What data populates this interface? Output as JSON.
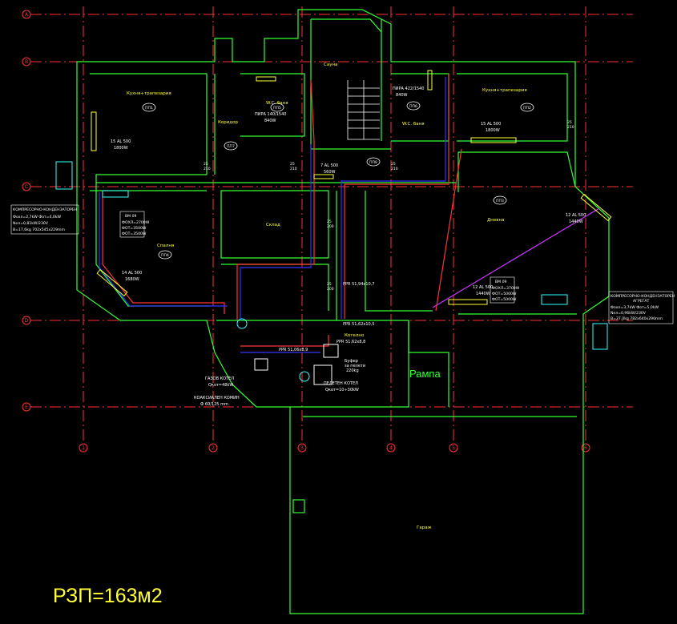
{
  "grid": {
    "row_labels": [
      "A",
      "B",
      "C",
      "D",
      "E"
    ],
    "col_labels": [
      "1",
      "2",
      "3",
      "4",
      "5",
      "6"
    ]
  },
  "rooms": {
    "kitchen_left": "Кухня+трапезария",
    "corridor": "Коридор",
    "wc_bath_left": "W.C. баня",
    "sauna": "Сауна",
    "wc_bath_right": "W.C. баня",
    "kitchen_right": "Кухня+трапезария",
    "storage": "Склад",
    "bedroom": "Спалня",
    "living": "Дневна",
    "boiler_room": "Котелно",
    "garage": "Гараж"
  },
  "room_codes": {
    "kitchen_left": "ПП1",
    "wc_left": "ПП5",
    "bedroom": "ПП4",
    "living": "ПП3",
    "kitchen_right": "ПП2",
    "wc_right": "ПП6",
    "corridor_hall": "ПП7",
    "center": "ПП8"
  },
  "radiators": {
    "kitchen_left": [
      "15 AL 500",
      "1800W"
    ],
    "bedroom": [
      "14 AL 500",
      "1680W"
    ],
    "center": [
      "7 AL 500",
      "560W"
    ],
    "kitchen_right": [
      "15 AL 500",
      "1800W"
    ],
    "living_top": [
      "12 AL 500",
      "1440W"
    ],
    "living_bottom": [
      "12 AL 500",
      "1440W"
    ],
    "wc_left": [
      "ПИРА 140/1540",
      "840W"
    ],
    "wc_right": [
      "ПИРА 422/1540",
      "840W"
    ],
    "small_a": [
      "25",
      "210"
    ],
    "small_b": [
      "25",
      "210"
    ],
    "small_c": [
      "25",
      "200"
    ],
    "small_d": [
      "25",
      "200"
    ],
    "small_e": [
      "25",
      "210"
    ],
    "small_f": [
      "25",
      "210"
    ]
  },
  "units": {
    "kitchen_left_ac": {
      "title": "КОМПРЕСОРНО-КОНДЕНЗАТОРЕН",
      "lines": [
        "Фохл=2,7kW  Фот=4,0kW",
        "Nел=0,81kW/230V",
        "B=17,6kg  702х545х229mm"
      ]
    },
    "living_ac": {
      "title": "КОМПРЕСОРНО-КОНДЕНЗАТОРЕН",
      "subtitle": "АГРЕГАТ",
      "lines": [
        "Фохл=3,7kW  Фот=5,0kW",
        "Nел=0,96kW/230V",
        "B=27,0kg  782х640х290mm"
      ]
    },
    "ac_bedroom": {
      "title": "ВМ 09",
      "lines": [
        "ФОХЛ=2700W",
        "ФОТ=3500W",
        "ФОТ=3500W"
      ]
    },
    "ac_living": {
      "title": "ВМ 09",
      "lines": [
        "ФОХЛ=3700W",
        "ФОТ=5000W",
        "ФОТ=5000W"
      ]
    }
  },
  "pipes": {
    "ppr1": "PPR 51,94х10,7",
    "ppr2": "PPR 51,62х10,5",
    "ppr3": "PPR 51,06х8,9",
    "ppr4": "PPR 51,62х8,8"
  },
  "boiler": {
    "gas_label": "ГАЗОВ КОТЕЛ",
    "gas_power": "Qкот=48kW",
    "chimney_label": "КОАКСИАЛЕН КОМИН",
    "chimney_size": "Ф 60/125 mm",
    "pellet_label": "ПЕЛЕТЕН КОТЕЛ",
    "pellet_power": "Qкот=10÷30kW",
    "buffer_label": "Буфер",
    "buffer_sub": "за пелети",
    "buffer_vol": "220kg"
  },
  "ramp": "Рампа",
  "area": "РЗП=163м2",
  "colors": {
    "wall": "#33ff33",
    "axis": "#ff3333",
    "pipe_supply": "#ff3333",
    "pipe_return": "#3333ff",
    "pipe_alt": "#cc33ff",
    "label": "#ffff33",
    "text": "#ffffff",
    "cyan": "#33ffff"
  }
}
